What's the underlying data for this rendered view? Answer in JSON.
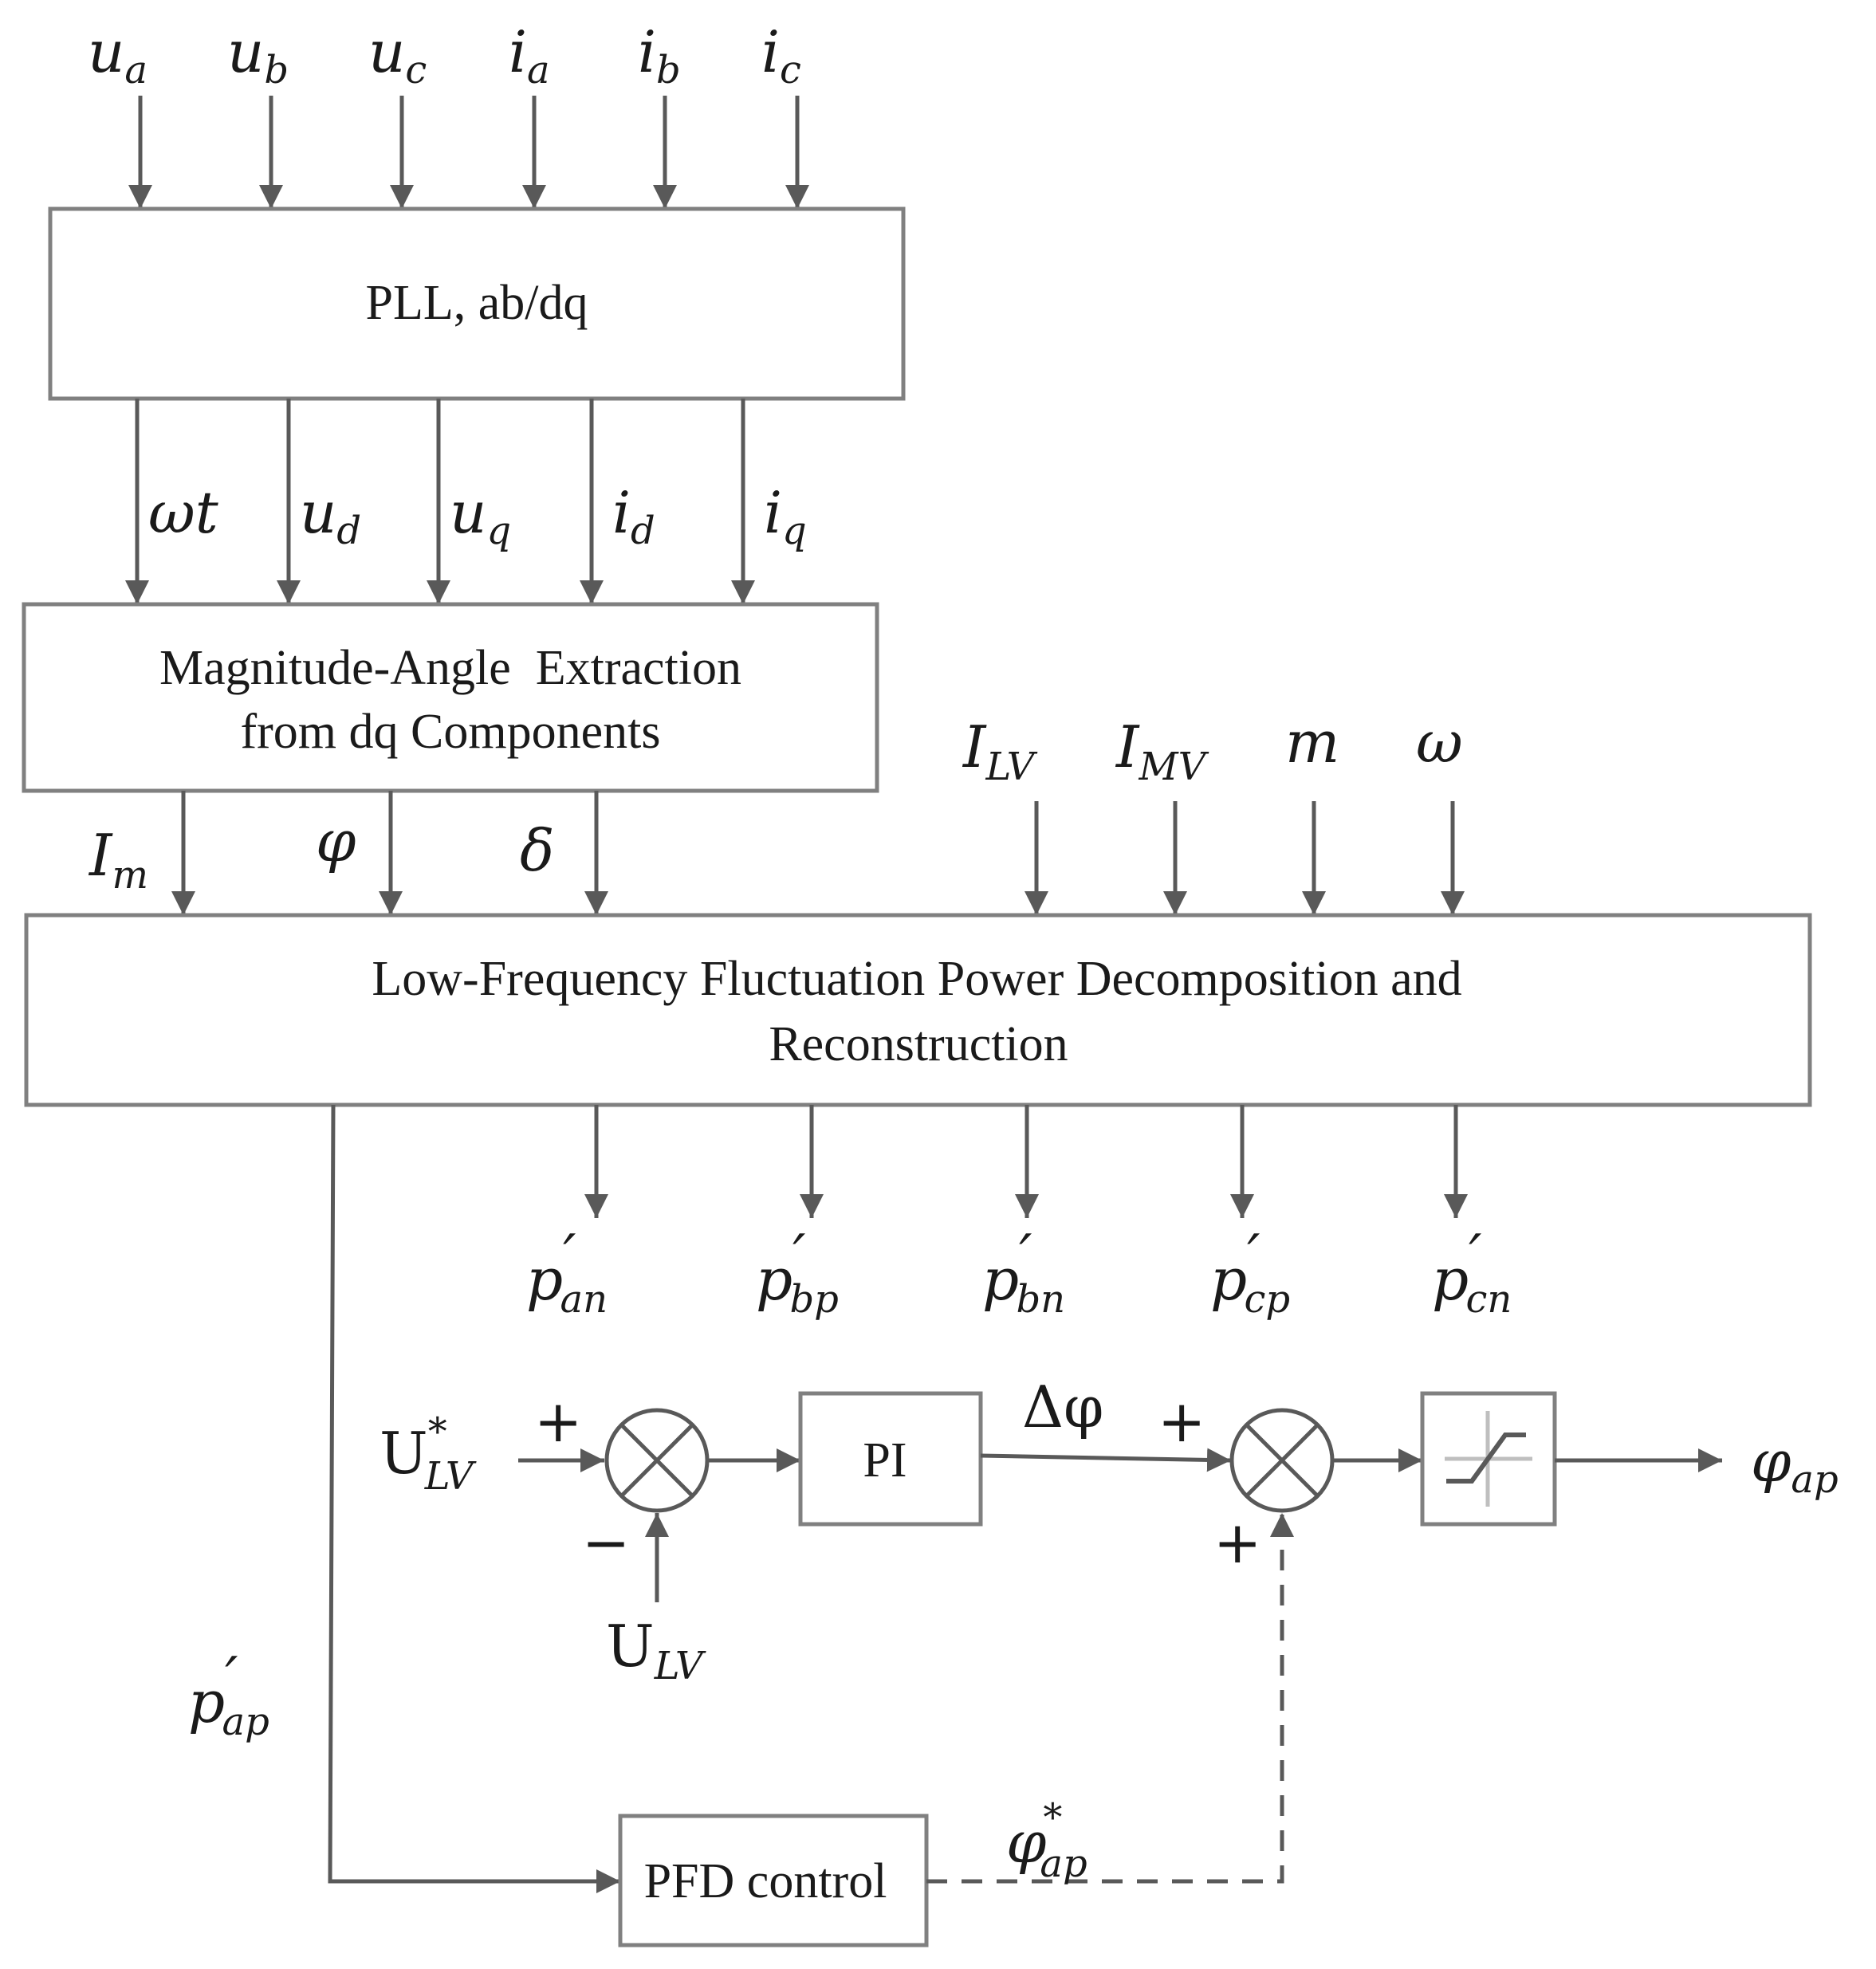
{
  "inputs_top": [
    {
      "base": "u",
      "sub": "a"
    },
    {
      "base": "u",
      "sub": "b"
    },
    {
      "base": "u",
      "sub": "c"
    },
    {
      "base": "i",
      "sub": "a"
    },
    {
      "base": "i",
      "sub": "b"
    },
    {
      "base": "i",
      "sub": "c"
    }
  ],
  "pll_block": {
    "label": "PLL, ab/dq"
  },
  "pll_outputs": [
    {
      "base": "ωt",
      "sub": ""
    },
    {
      "base": "u",
      "sub": "d"
    },
    {
      "base": "u",
      "sub": "q"
    },
    {
      "base": "i",
      "sub": "d"
    },
    {
      "base": "i",
      "sub": "q"
    }
  ],
  "extraction_block": {
    "line1": "Magnitude-Angle  Extraction",
    "line2": "from dq Components"
  },
  "extraction_outputs": [
    {
      "base": "I",
      "sub": "m"
    },
    {
      "base": "φ",
      "sub": ""
    },
    {
      "base": "δ",
      "sub": ""
    }
  ],
  "extra_inputs": [
    {
      "base": "I",
      "sub": "LV"
    },
    {
      "base": "I",
      "sub": "MV"
    },
    {
      "base": "m",
      "sub": ""
    },
    {
      "base": "ω",
      "sub": ""
    }
  ],
  "decomposition_block": {
    "line1": "Low-Frequency Fluctuation Power Decomposition and",
    "line2": "Reconstruction"
  },
  "power_outputs": [
    {
      "base": "p",
      "prime": "′",
      "sub": "an"
    },
    {
      "base": "p",
      "prime": "′",
      "sub": "bp"
    },
    {
      "base": "p",
      "prime": "′",
      "sub": "bn"
    },
    {
      "base": "p",
      "prime": "′",
      "sub": "cp"
    },
    {
      "base": "p",
      "prime": "′",
      "sub": "cn"
    }
  ],
  "control_loop": {
    "reference": {
      "base": "U",
      "sup": "*",
      "sub": "LV"
    },
    "feedback": {
      "base": "U",
      "sub": "LV"
    },
    "sum1_plus": "+",
    "sum1_minus": "−",
    "pi_label": "PI",
    "delta_phi": "Δφ",
    "sum2_plus_left": "+",
    "sum2_plus_bottom": "+",
    "output": {
      "base": "φ",
      "sub": "ap"
    },
    "pap_label": {
      "base": "p",
      "prime": "′",
      "sub": "ap"
    },
    "pfd_label": "PFD control",
    "phi_ref": {
      "base": "φ",
      "sup": "*",
      "sub": "ap"
    }
  },
  "colors": {
    "line": "#595959",
    "box_border": "#808080",
    "limiter_axes": "#bfbfbf",
    "text": "#1a1a1a"
  }
}
